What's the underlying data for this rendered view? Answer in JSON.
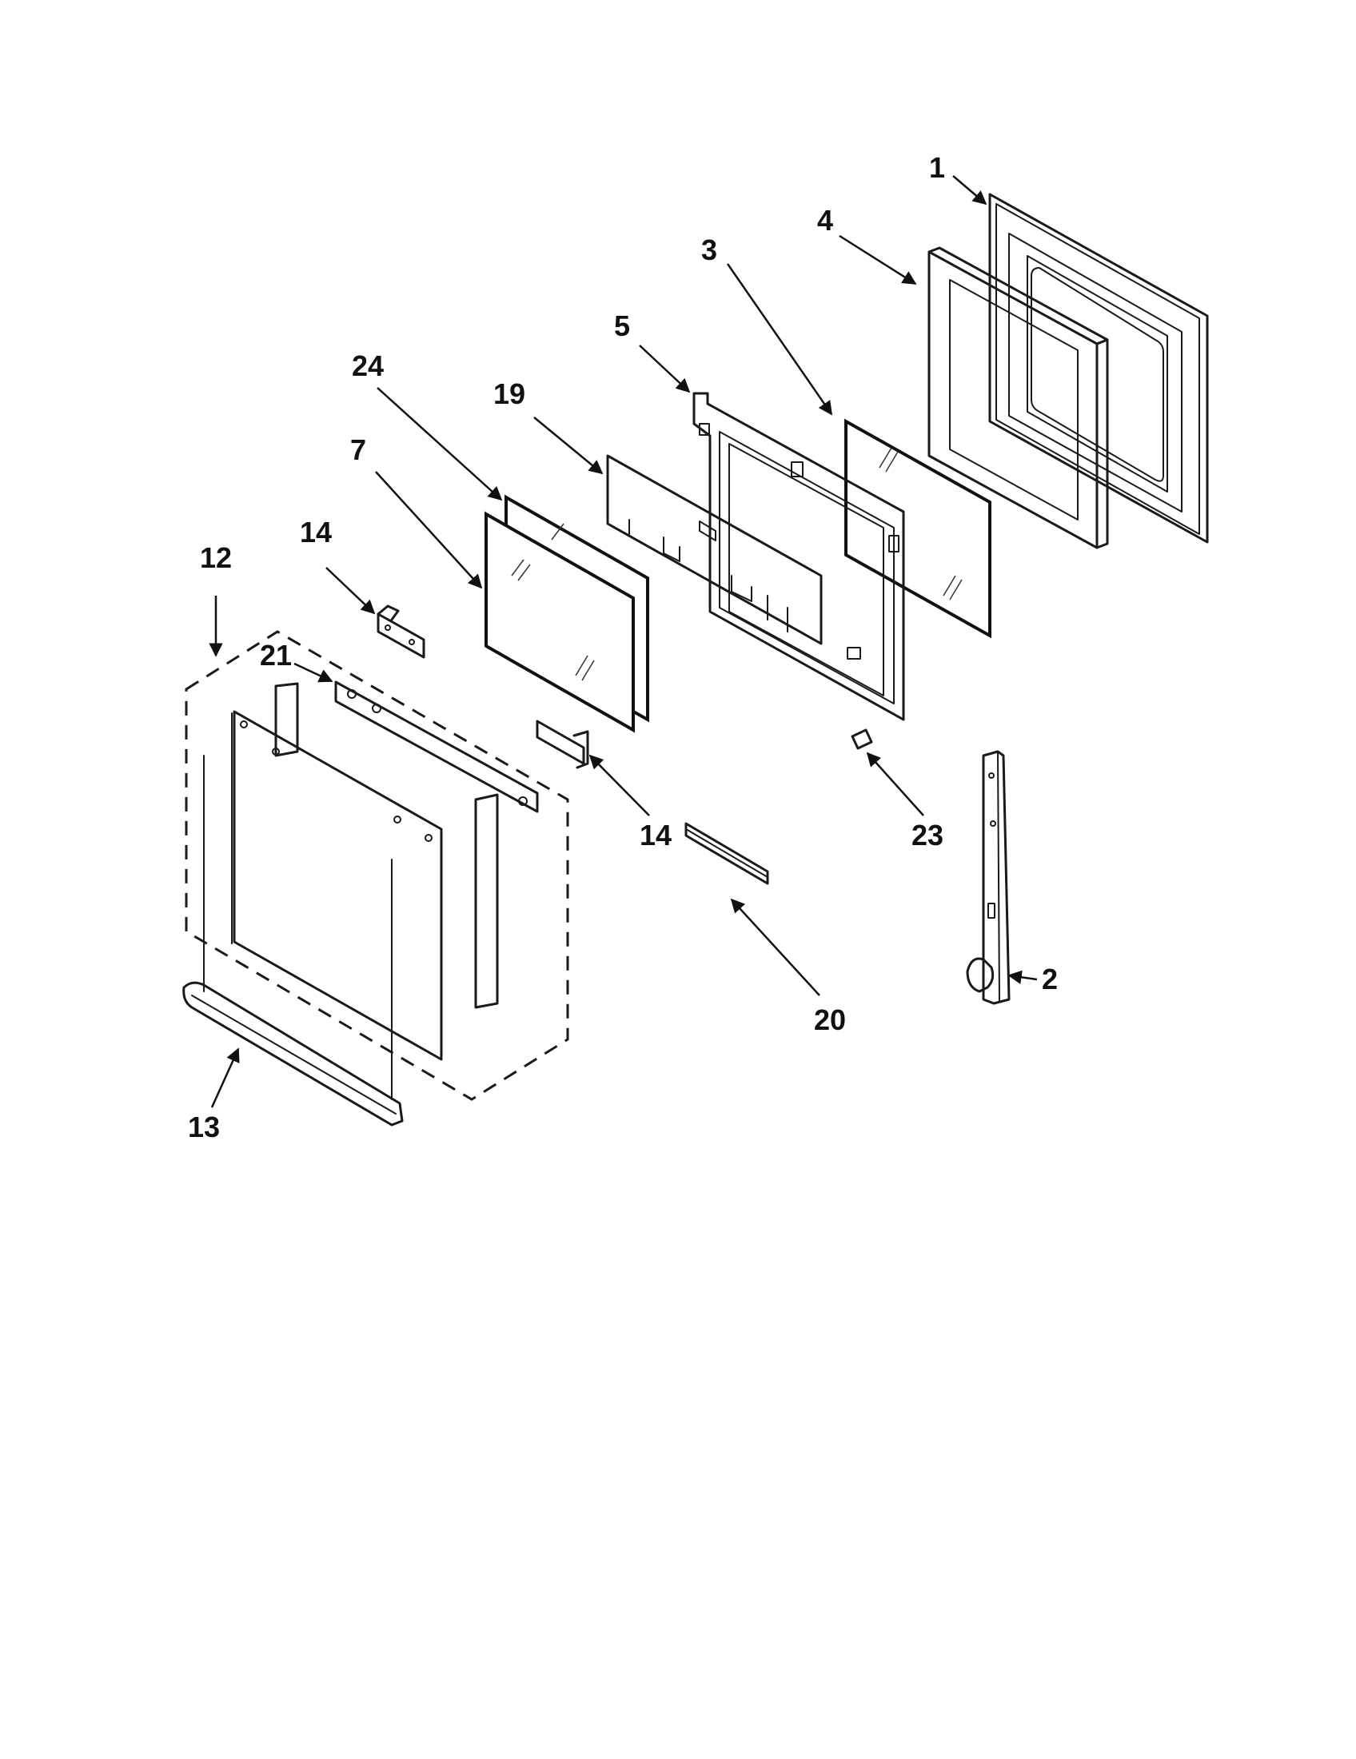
{
  "callouts": {
    "c1": "1",
    "c2": "2",
    "c3": "3",
    "c4": "4",
    "c5": "5",
    "c7": "7",
    "c12": "12",
    "c13": "13",
    "c14a": "14",
    "c14b": "14",
    "c19": "19",
    "c20": "20",
    "c21": "21",
    "c23": "23",
    "c24": "24"
  }
}
